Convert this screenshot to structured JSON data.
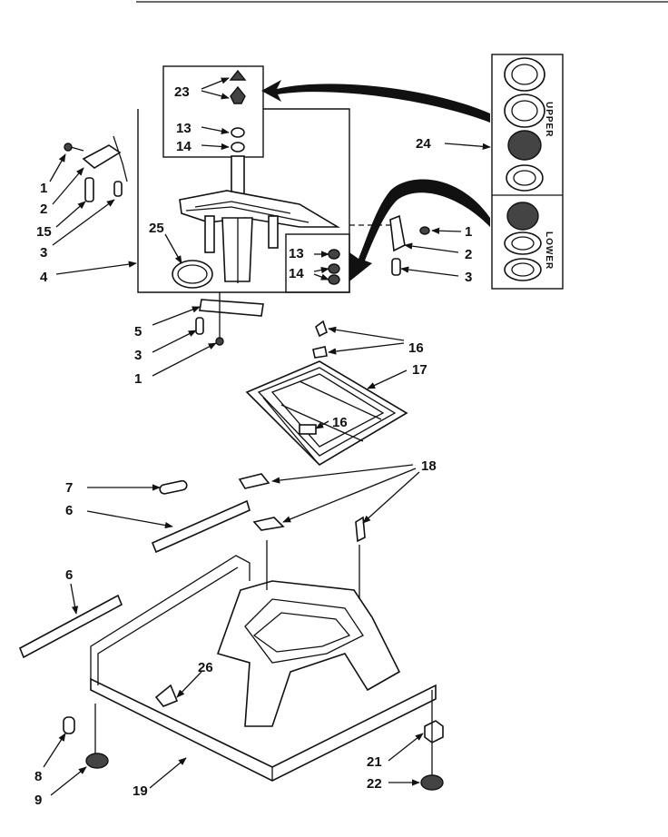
{
  "callouts": {
    "c23": "23",
    "c13a": "13",
    "c14a": "14",
    "c24": "24",
    "c1a": "1",
    "c2a": "2",
    "c15": "15",
    "c3a": "3",
    "c4": "4",
    "c25": "25",
    "c1b": "1",
    "c2b": "2",
    "c3b": "3",
    "c13b": "13",
    "c14b": "14",
    "c5": "5",
    "c3c": "3",
    "c1c": "1",
    "c16a": "16",
    "c17": "17",
    "c16b": "16",
    "c18": "18",
    "c7": "7",
    "c6a": "6",
    "c6b": "6",
    "c26": "26",
    "c8": "8",
    "c9": "9",
    "c19": "19",
    "c21": "21",
    "c22": "22"
  },
  "panel_labels": {
    "upper": "UPPER",
    "lower": "LOWER"
  }
}
